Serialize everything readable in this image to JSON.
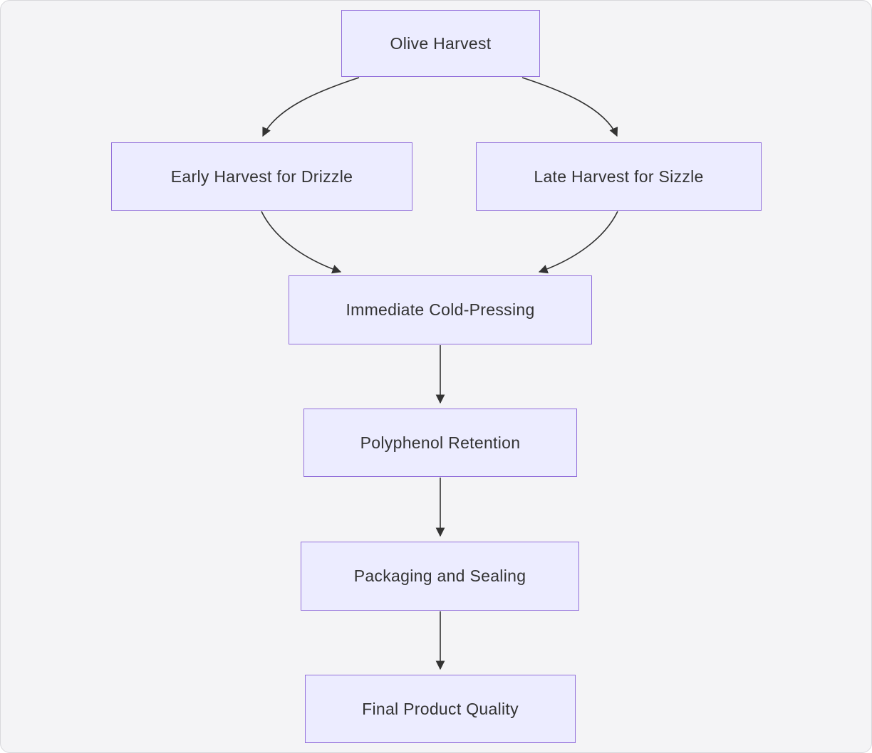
{
  "diagram": {
    "type": "flowchart",
    "direction": "top-down",
    "nodes": [
      {
        "id": "olive",
        "label": "Olive Harvest"
      },
      {
        "id": "early",
        "label": "Early Harvest for Drizzle"
      },
      {
        "id": "late",
        "label": "Late Harvest for Sizzle"
      },
      {
        "id": "cold",
        "label": "Immediate Cold-Pressing"
      },
      {
        "id": "poly",
        "label": "Polyphenol Retention"
      },
      {
        "id": "pack",
        "label": "Packaging and Sealing"
      },
      {
        "id": "final",
        "label": "Final Product Quality"
      }
    ],
    "edges": [
      {
        "from": "Olive Harvest",
        "to": "Early Harvest for Drizzle"
      },
      {
        "from": "Olive Harvest",
        "to": "Late Harvest for Sizzle"
      },
      {
        "from": "Early Harvest for Drizzle",
        "to": "Immediate Cold-Pressing"
      },
      {
        "from": "Late Harvest for Sizzle",
        "to": "Immediate Cold-Pressing"
      },
      {
        "from": "Immediate Cold-Pressing",
        "to": "Polyphenol Retention"
      },
      {
        "from": "Polyphenol Retention",
        "to": "Packaging and Sealing"
      },
      {
        "from": "Packaging and Sealing",
        "to": "Final Product Quality"
      }
    ],
    "colors": {
      "node_fill": "#ECECFF",
      "node_border": "#9370DB",
      "node_text": "#333333",
      "edge": "#333333",
      "background": "#f4f4f6"
    }
  }
}
